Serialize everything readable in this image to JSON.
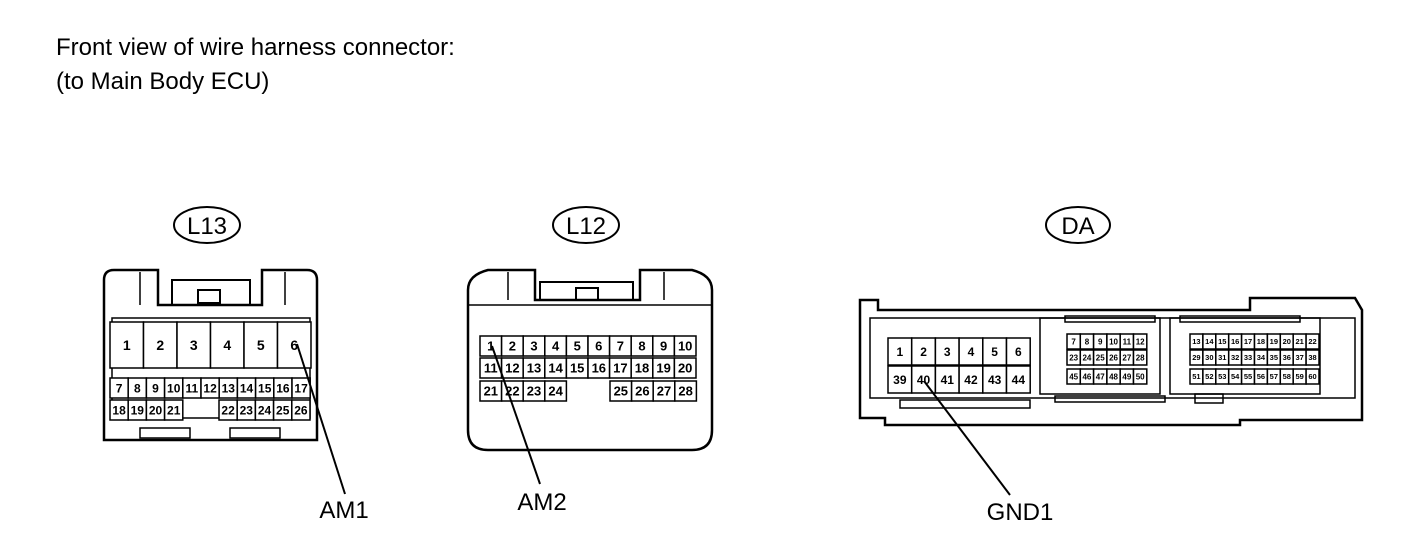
{
  "heading": {
    "line1": "Front view of wire harness connector:",
    "line2": "(to Main Body ECU)"
  },
  "connectors": {
    "L13": {
      "tag": "L13",
      "top_row": [
        "1",
        "2",
        "3",
        "4",
        "5",
        "6"
      ],
      "mid_row": [
        "7",
        "8",
        "9",
        "10",
        "11",
        "12",
        "13",
        "14",
        "15",
        "16",
        "17"
      ],
      "bot_row_left": [
        "18",
        "19",
        "20",
        "21"
      ],
      "bot_row_right": [
        "22",
        "23",
        "24",
        "25",
        "26"
      ],
      "callout": "AM1"
    },
    "L12": {
      "tag": "L12",
      "row1": [
        "1",
        "2",
        "3",
        "4",
        "5",
        "6",
        "7",
        "8",
        "9",
        "10"
      ],
      "row2": [
        "11",
        "12",
        "13",
        "14",
        "15",
        "16",
        "17",
        "18",
        "19",
        "20"
      ],
      "row3_left": [
        "21",
        "22",
        "23",
        "24"
      ],
      "row3_right": [
        "25",
        "26",
        "27",
        "28"
      ],
      "callout": "AM2"
    },
    "DA": {
      "tag": "DA",
      "left_row1": [
        "1",
        "2",
        "3",
        "4",
        "5",
        "6"
      ],
      "left_row2": [
        "39",
        "40",
        "41",
        "42",
        "43",
        "44"
      ],
      "mid_row1": [
        "7",
        "8",
        "9",
        "10",
        "11",
        "12"
      ],
      "mid_row2": [
        "23",
        "24",
        "25",
        "26",
        "27",
        "28"
      ],
      "mid_row3": [
        "45",
        "46",
        "47",
        "48",
        "49",
        "50"
      ],
      "right_row1": [
        "13",
        "14",
        "15",
        "16",
        "17",
        "18",
        "19",
        "20",
        "21",
        "22"
      ],
      "right_row2": [
        "29",
        "30",
        "31",
        "32",
        "33",
        "34",
        "35",
        "36",
        "37",
        "38"
      ],
      "right_row3": [
        "51",
        "52",
        "53",
        "54",
        "55",
        "56",
        "57",
        "58",
        "59",
        "60"
      ],
      "callout": "GND1"
    }
  }
}
